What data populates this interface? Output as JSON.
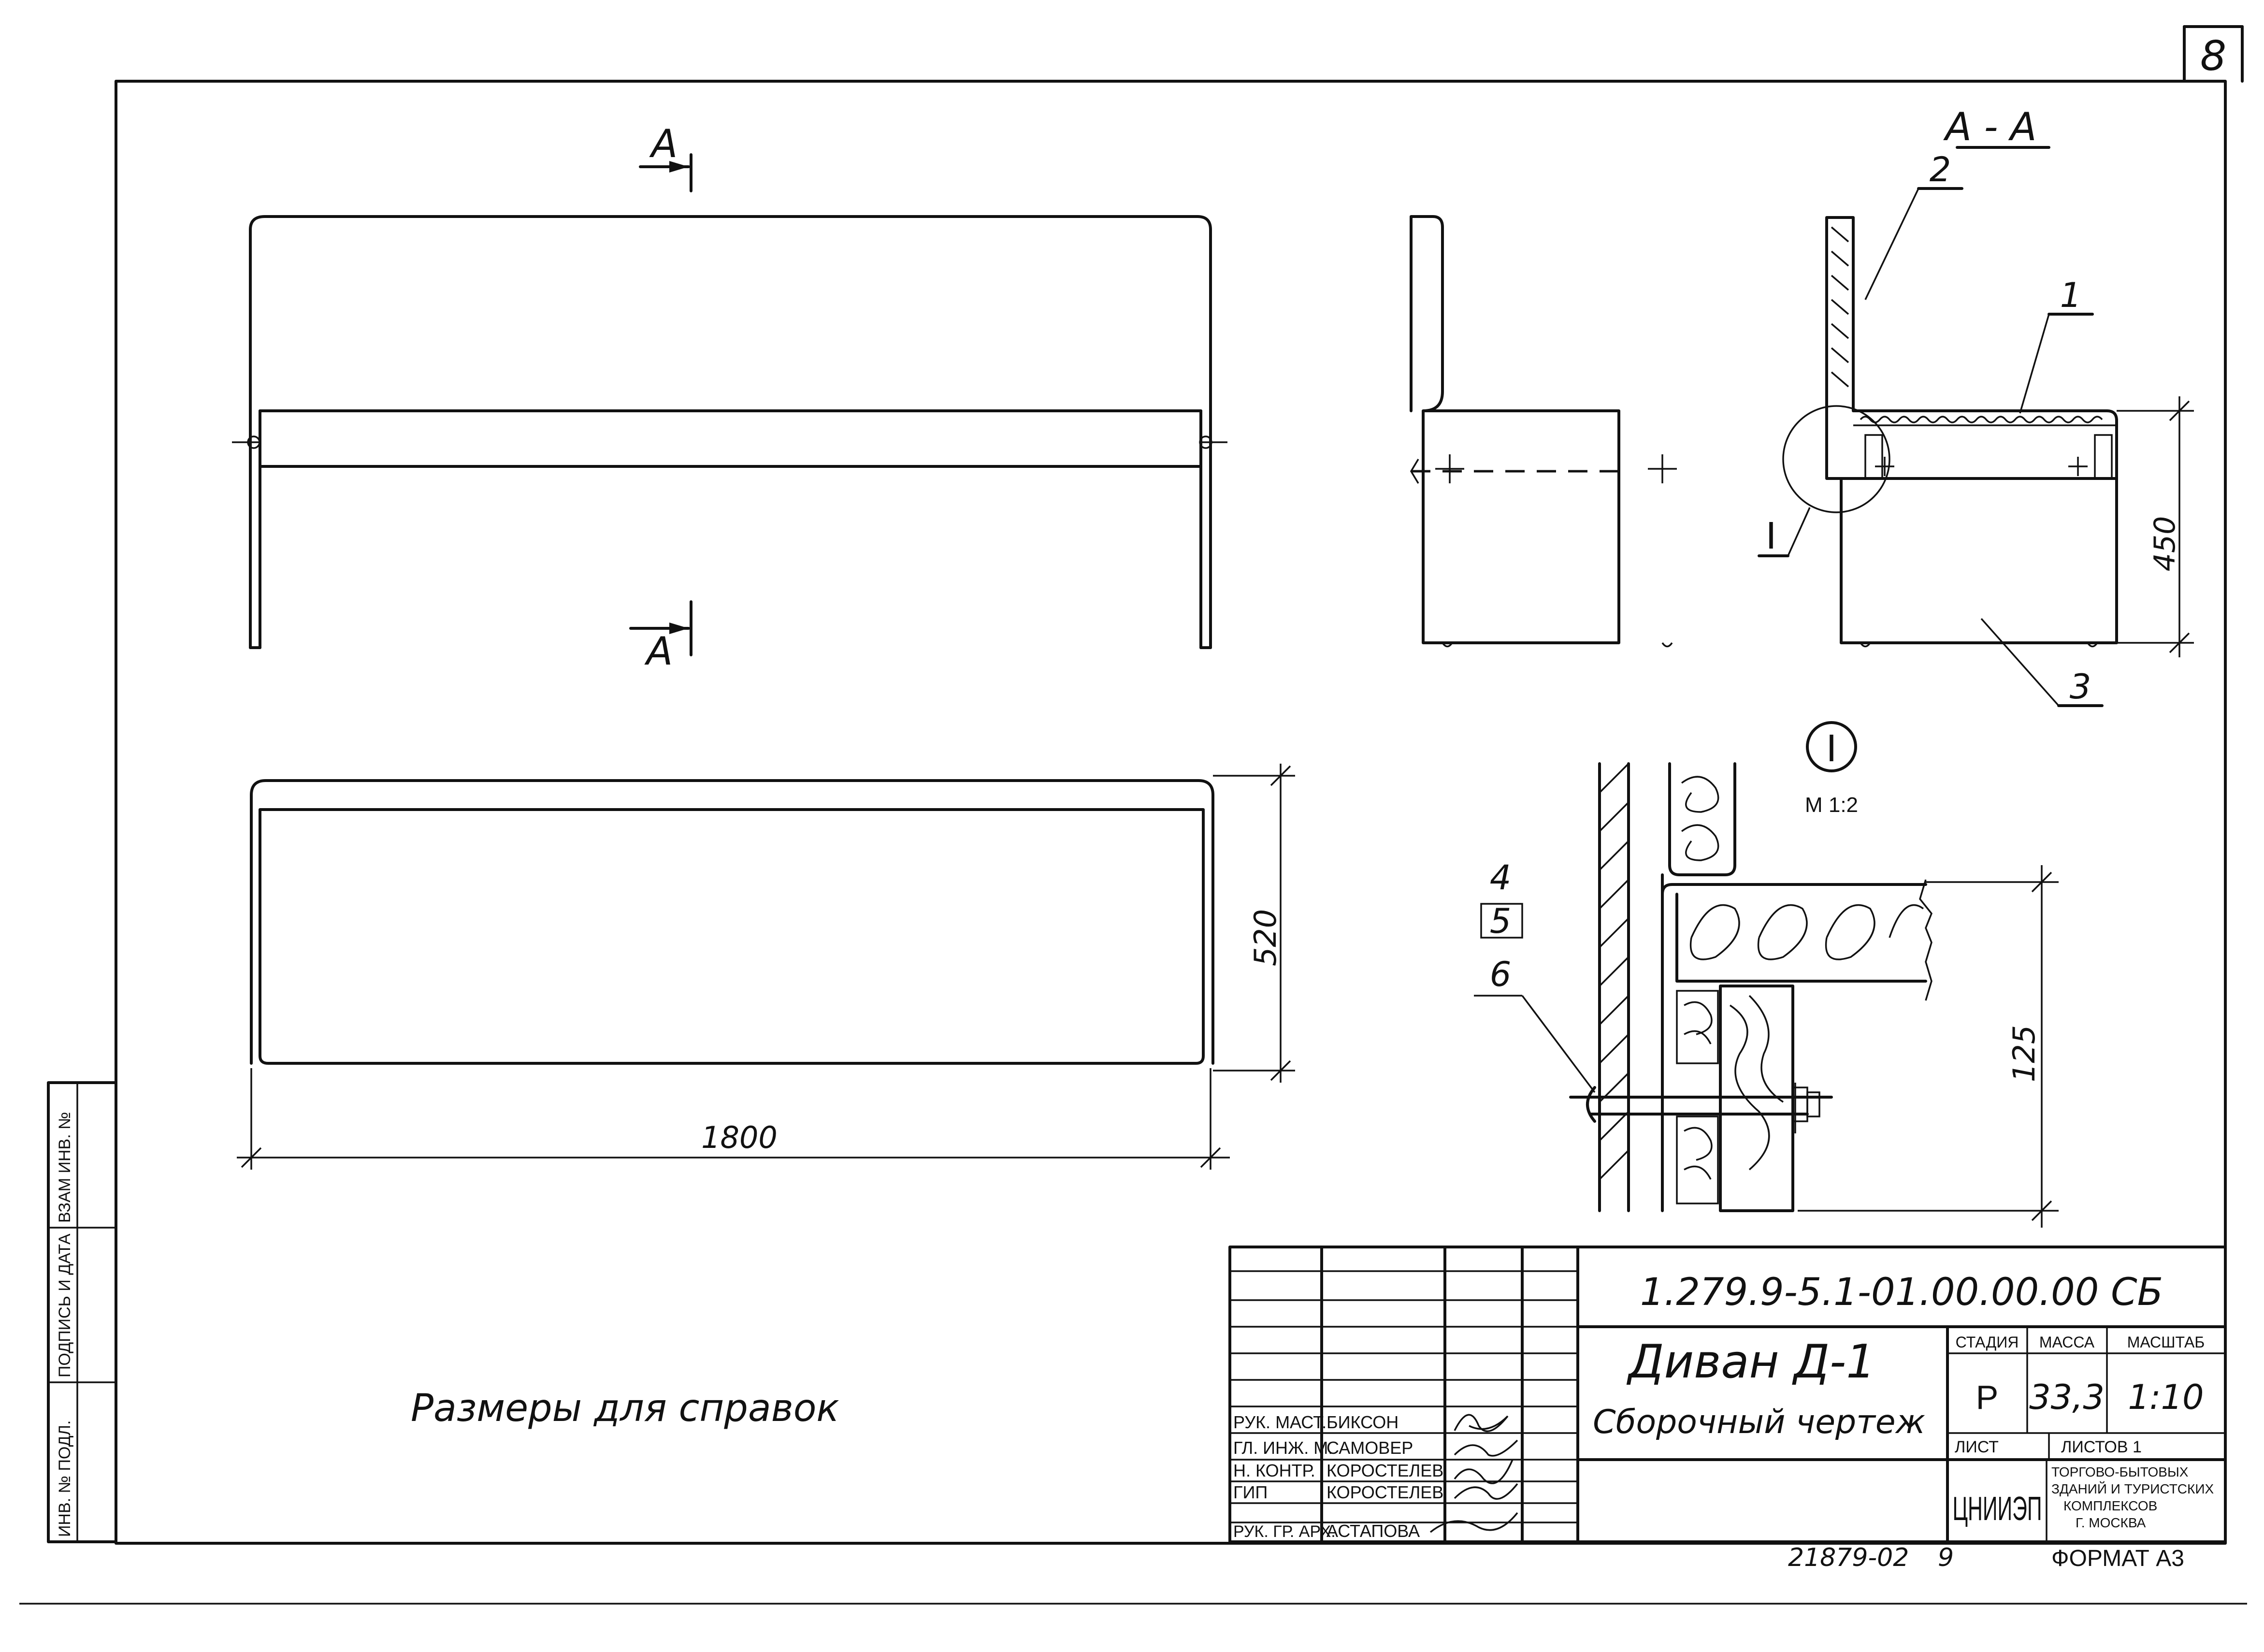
{
  "sheet_number": "8",
  "section_label_top": "A",
  "section_label_bottom": "A",
  "section_title": "A - A",
  "callouts": [
    "1",
    "2",
    "3",
    "4",
    "5",
    "6"
  ],
  "detail_mark": "I",
  "detail_scale": "M 1:2",
  "dimensions": {
    "length": "1800",
    "depth": "520",
    "height": "450",
    "detail_height": "125"
  },
  "note": "Размеры для справок",
  "title_block": {
    "drawing_code": "1.279.9-5.1-01.00.00.00 СБ",
    "product_name": "Диван Д-1",
    "document_type": "Сборочный чертеж",
    "stage_header": "СТАДИЯ",
    "mass_header": "МАССА",
    "scale_header": "МАСШТАБ",
    "stage": "Р",
    "mass": "33,3",
    "scale": "1:10",
    "sheet_label": "ЛИСТ",
    "sheets_label": "ЛИСТОВ 1",
    "org_logo": "ЦНИИЭП",
    "org_lines": [
      "ТОРГОВО-БЫТОВЫХ",
      "ЗДАНИЙ И ТУРИСТСКИХ",
      "КОМПЛЕКСОВ",
      "Г. МОСКВА"
    ],
    "signers": [
      {
        "role": "РУК. МАСТ.",
        "name": "БИКСОН"
      },
      {
        "role": "ГЛ. ИНЖ. М.",
        "name": "САМОВЕР"
      },
      {
        "role": "Н. КОНТР.",
        "name": "КОРОСТЕЛЕВ"
      },
      {
        "role": "ГИП",
        "name": "КОРОСТЕЛЕВ"
      },
      {
        "role": "РУК. ГР. АРХ.",
        "name": "АСТАПОВА"
      }
    ]
  },
  "side_stamp": [
    "ИНВ. № ПОДЛ.",
    "ПОДПИСЬ И ДАТА",
    "ВЗАМ ИНВ. №"
  ],
  "footer_number": "21879-02",
  "footer_page": "9",
  "format": "ФОРМАТ А3"
}
